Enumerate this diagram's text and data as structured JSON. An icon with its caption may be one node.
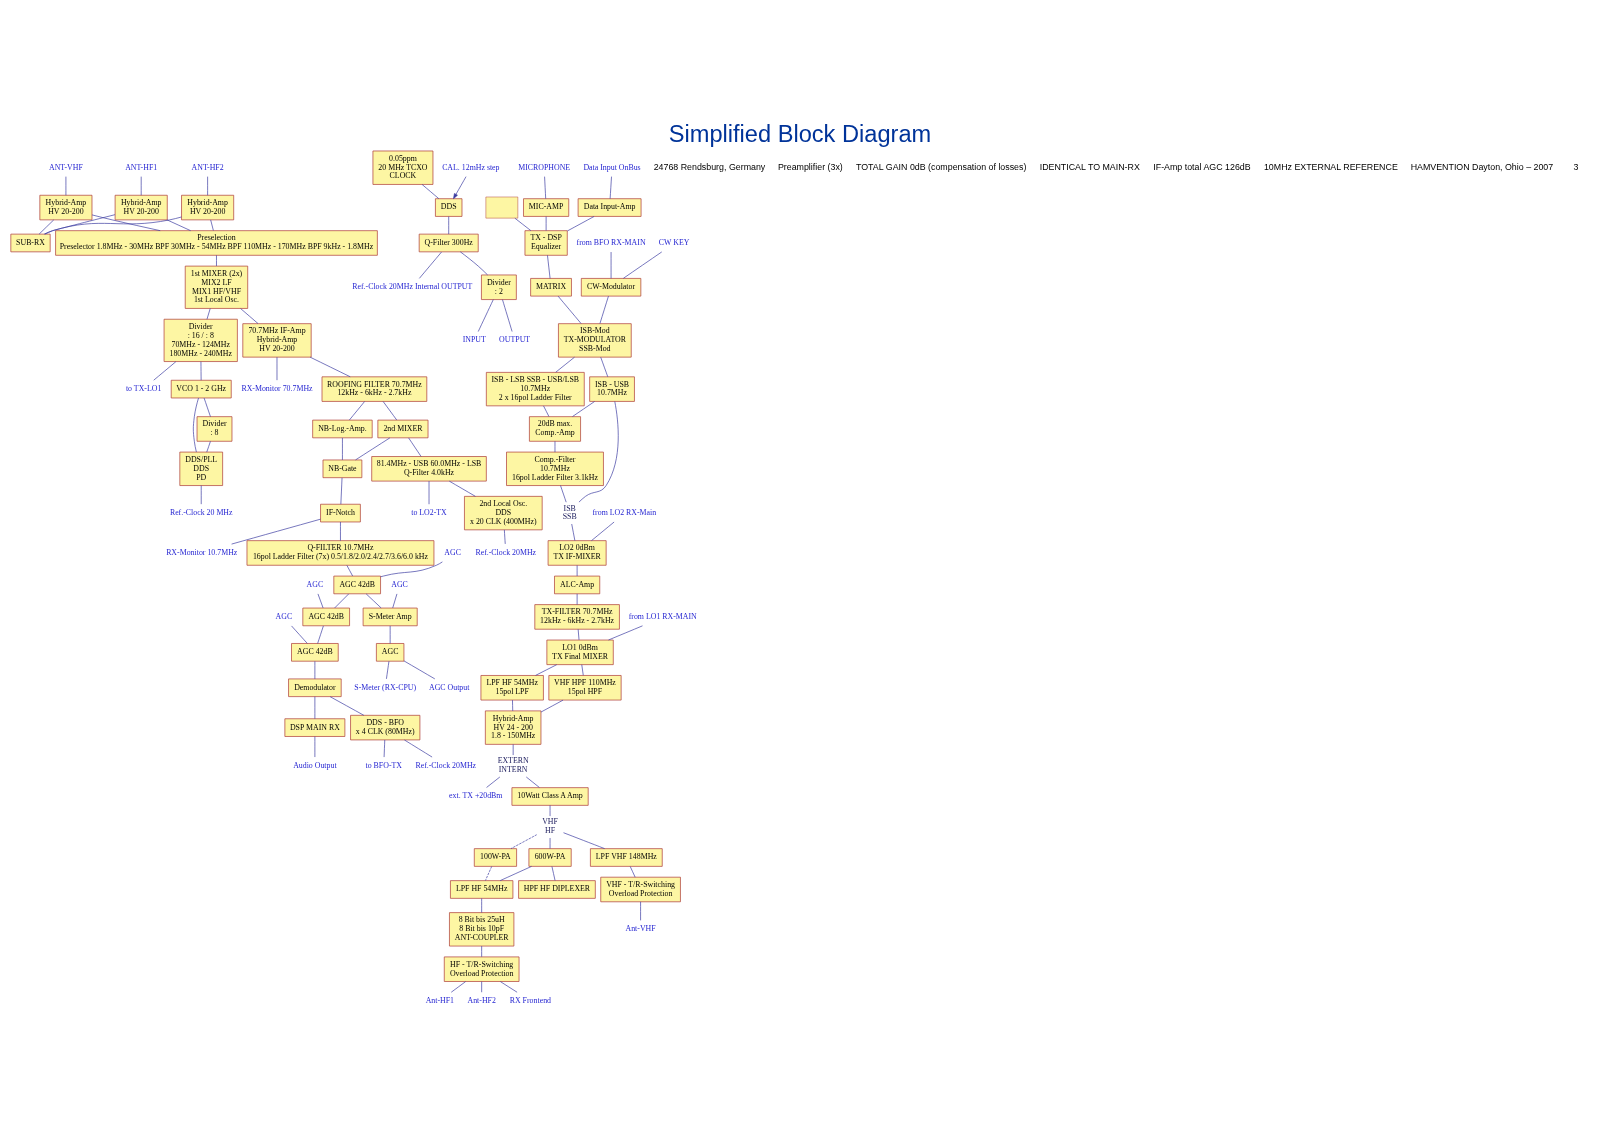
{
  "diagram": {
    "title": "Simplified Block Diagram",
    "nodes": [
      {
        "text": [
          "Hybrid-Amp",
          "HV 20-200"
        ]
      },
      {
        "text": [
          "Hybrid-Amp",
          "HV 20-200"
        ]
      },
      {
        "text": [
          "Hybrid-Amp",
          "HV 20-200"
        ]
      },
      {
        "text": [
          "SUB-RX"
        ]
      },
      {
        "text": [
          "ANT-VHF"
        ]
      },
      {
        "text": [
          "ANT-HF1"
        ]
      },
      {
        "text": [
          "ANT-HF2"
        ]
      },
      {
        "text": [
          "Preselection",
          "Preselector 1.8MHz - 30MHz BPF 30MHz - 54MHz BPF 110MHz - 170MHz BPF 9kHz - 1.8MHz"
        ]
      },
      {
        "text": [
          "1st MIXER (2x)",
          "MIX2 LF",
          "MIX1 HF/VHF",
          "1st Local Osc."
        ]
      },
      {
        "text": [
          "Divider",
          ": 16 / : 8",
          "70MHz - 124MHz",
          "180MHz - 240MHz"
        ]
      },
      {
        "text": [
          "to TX-LO1"
        ]
      },
      {
        "text": [
          "VCO 1 - 2 GHz"
        ]
      },
      {
        "text": [
          "Divider",
          ": 8"
        ]
      },
      {
        "text": [
          "DDS/PLL",
          "DDS",
          "PD"
        ]
      },
      {
        "text": [
          "Ref.-Clock 20 MHz"
        ]
      },
      {
        "text": [
          "70.7MHz IF-Amp",
          "Hybrid-Amp",
          "HV 20-200"
        ]
      },
      {
        "text": [
          "RX-Monitor 70.7MHz"
        ]
      },
      {
        "text": [
          "ROOFING FILTER 70.7MHz",
          "12kHz - 6kHz - 2.7kHz"
        ]
      },
      {
        "text": [
          "NB-Log.-Amp."
        ]
      },
      {
        "text": [
          "2nd MIXER"
        ]
      },
      {
        "text": [
          "NB-Gate"
        ]
      },
      {
        "text": [
          "IF-Notch"
        ]
      },
      {
        "text": [
          "RX-Monitor 10.7MHz"
        ]
      },
      {
        "text": [
          "Q-FILTER 10.7MHz",
          "16pol Ladder Filter (7x) 0.5/1.8/2.0/2.4/2.7/3.6/6.0 kHz"
        ]
      },
      {
        "text": [
          "81.4MHz - USB 60.0MHz - LSB",
          "Q-Filter 4.0kHz"
        ]
      },
      {
        "text": [
          "to LO2-TX"
        ]
      },
      {
        "text": [
          "2nd Local Osc.",
          "DDS",
          "x 20 CLK (400MHz)"
        ]
      },
      {
        "text": [
          "Ref.-Clock 20MHz"
        ]
      },
      {
        "text": [
          "0.05ppm",
          "20 MHz TCXO",
          "CLOCK"
        ]
      },
      {
        "text": [
          "DDS"
        ]
      },
      {
        "text": [
          "CAL. 12mHz step"
        ]
      },
      {
        "text": [
          "Q-Filter 300Hz"
        ]
      },
      {
        "text": [
          "Ref.-Clock 20MHz Internal OUTPUT"
        ]
      },
      {
        "text": [
          "Divider",
          ": 2"
        ]
      },
      {
        "text": [
          "INPUT"
        ]
      },
      {
        "text": [
          "OUTPUT"
        ]
      },
      {
        "text": [
          "AGC 42dB"
        ]
      },
      {
        "text": [
          "AGC"
        ]
      },
      {
        "text": [
          "AGC 42dB"
        ]
      },
      {
        "text": [
          "AGC"
        ]
      },
      {
        "text": [
          "AGC 42dB"
        ]
      },
      {
        "text": [
          "AGC"
        ]
      },
      {
        "text": [
          "S-Meter Amp"
        ]
      },
      {
        "text": [
          "AGC"
        ]
      },
      {
        "text": [
          "AGC"
        ]
      },
      {
        "text": [
          "AGC Output"
        ]
      },
      {
        "text": [
          "S-Meter (RX-CPU)"
        ]
      },
      {
        "text": [
          "Demodulator"
        ]
      },
      {
        "text": [
          "DSP MAIN RX"
        ]
      },
      {
        "text": [
          "Audio Output"
        ]
      },
      {
        "text": [
          "DDS - BFO",
          "x 4 CLK (80MHz)"
        ]
      },
      {
        "text": [
          "Ref.-Clock 20MHz"
        ]
      },
      {
        "text": [
          "to BFO-TX"
        ]
      },
      {
        "text": [],
        "shape": "box"
      },
      {
        "text": [
          "MIC-AMP"
        ]
      },
      {
        "text": [
          "MICROPHONE"
        ]
      },
      {
        "text": [
          "Data Input-Amp"
        ]
      },
      {
        "text": [
          "Data Input OnBus"
        ]
      },
      {
        "text": [
          "TX - DSP",
          "Equalizer"
        ]
      },
      {
        "text": [
          "MATRIX"
        ]
      },
      {
        "text": [
          "ISB-Mod",
          "TX-MODULATOR",
          "SSB-Mod"
        ]
      },
      {
        "text": [
          "ISB - USB",
          "10.7MHz"
        ]
      },
      {
        "text": [
          "ISB - LSB SSB - USB/LSB",
          "10.7MHz",
          "2 x 16pol Ladder Filter"
        ]
      },
      {
        "text": [
          "CW-Modulator"
        ]
      },
      {
        "text": [
          "from BFO RX-MAIN"
        ]
      },
      {
        "text": [
          "CW KEY"
        ]
      },
      {
        "text": [
          "20dB max.",
          "Comp.-Amp"
        ]
      },
      {
        "text": [
          "Comp.-Filter",
          "10.7MHz",
          "16pol Ladder Filter 3.1kHz"
        ]
      },
      {
        "text": [
          "ISB",
          "SSB"
        ]
      },
      {
        "text": [
          "LO2 0dBm",
          "TX IF-MIXER"
        ]
      },
      {
        "text": [
          "from LO2 RX-Main"
        ]
      },
      {
        "text": [
          "ALC-Amp"
        ]
      },
      {
        "text": [
          "TX-FILTER 70.7MHz",
          "12kHz - 6kHz - 2.7kHz"
        ]
      },
      {
        "text": [
          "LO1 0dBm",
          "TX Final MIXER"
        ]
      },
      {
        "text": [
          "from LO1 RX-MAIN"
        ]
      },
      {
        "text": [
          "LPF HF 54MHz",
          "15pol LPF"
        ]
      },
      {
        "text": [
          "VHF HPF 110MHz",
          "15pol HPF"
        ]
      },
      {
        "text": [
          "Hybrid-Amp",
          "HV 24 - 200",
          "1.8 - 150MHz"
        ]
      },
      {
        "text": [
          "EXTERN",
          "INTERN"
        ]
      },
      {
        "text": [
          "ext. TX +20dBm"
        ]
      },
      {
        "text": [
          "10Watt Class A Amp"
        ]
      },
      {
        "text": [
          "VHF",
          "HF"
        ]
      },
      {
        "text": [
          "600W-PA"
        ]
      },
      {
        "text": [
          "100W-PA"
        ]
      },
      {
        "text": [
          "LPF VHF 148MHz"
        ]
      },
      {
        "text": [
          "LPF HF 54MHz"
        ]
      },
      {
        "text": [
          "HPF HF DIPLEXER"
        ]
      },
      {
        "text": [
          "8 Bit bis 25uH",
          "8 Bit bis 10pF",
          "ANT-COUPLER"
        ]
      },
      {
        "text": [
          "VHF - T/R-Switching",
          "Overload Protection"
        ]
      },
      {
        "text": [
          "HF - T/R-Switching",
          "Overload Protection"
        ]
      },
      {
        "text": [
          "Ant-VHF"
        ]
      },
      {
        "text": [
          "Ant-HF1"
        ]
      },
      {
        "text": [
          "Ant-HF2"
        ]
      },
      {
        "text": [
          "RX Frontend"
        ]
      }
    ],
    "edges": [
      {
        "from": 4,
        "to": 0,
        "arrow": "none"
      },
      {
        "from": 5,
        "to": 1,
        "arrow": "none"
      },
      {
        "from": 6,
        "to": 2,
        "arrow": "none"
      },
      {
        "from": 0,
        "to": 7,
        "arrow": "none"
      },
      {
        "from": 1,
        "to": 7,
        "arrow": "none"
      },
      {
        "from": 2,
        "to": 7,
        "arrow": "none"
      },
      {
        "from": 0,
        "to": 3,
        "arrow": "none"
      },
      {
        "from": 1,
        "to": 3,
        "arrow": "none"
      },
      {
        "from": 2,
        "to": 3,
        "arrow": "none"
      },
      {
        "from": 7,
        "to": 8,
        "arrow": "none"
      },
      {
        "from": 8,
        "to": 15,
        "arrow": "none"
      },
      {
        "from": 15,
        "to": 16,
        "arrow": "none"
      },
      {
        "from": 15,
        "to": 17,
        "arrow": "none"
      },
      {
        "from": 17,
        "to": 19,
        "arrow": "none"
      },
      {
        "from": 17,
        "to": 18,
        "arrow": "none"
      },
      {
        "from": 18,
        "to": 20,
        "arrow": "none"
      },
      {
        "from": 19,
        "to": 20,
        "arrow": "none"
      },
      {
        "from": 20,
        "to": 21,
        "arrow": "none"
      },
      {
        "from": 21,
        "to": 22,
        "arrow": "none"
      },
      {
        "from": 21,
        "to": 23,
        "arrow": "none"
      },
      {
        "from": 23,
        "to": 36,
        "arrow": "none"
      },
      {
        "from": 36,
        "to": 38,
        "arrow": "none"
      },
      {
        "from": 38,
        "to": 40,
        "arrow": "none"
      },
      {
        "from": 40,
        "to": 47,
        "arrow": "none"
      },
      {
        "from": 47,
        "to": 48,
        "arrow": "none"
      },
      {
        "from": 48,
        "to": 49,
        "arrow": "none"
      },
      {
        "from": 36,
        "to": 42,
        "arrow": "none"
      },
      {
        "from": 42,
        "to": 44,
        "arrow": "none"
      },
      {
        "from": 44,
        "to": 45,
        "arrow": "none"
      },
      {
        "from": 44,
        "to": 46,
        "arrow": "none"
      },
      {
        "from": 37,
        "to": 36,
        "arrow": "none"
      },
      {
        "from": 39,
        "to": 38,
        "arrow": "none"
      },
      {
        "from": 41,
        "to": 40,
        "arrow": "none"
      },
      {
        "from": 43,
        "to": 42,
        "arrow": "none"
      },
      {
        "from": 47,
        "to": 50,
        "arrow": "none"
      },
      {
        "from": 50,
        "to": 51,
        "arrow": "none"
      },
      {
        "from": 50,
        "to": 52,
        "arrow": "none"
      },
      {
        "from": 8,
        "to": 9,
        "arrow": "none"
      },
      {
        "from": 9,
        "to": 10,
        "arrow": "none"
      },
      {
        "from": 9,
        "to": 11,
        "arrow": "none"
      },
      {
        "from": 11,
        "to": 12,
        "arrow": "none"
      },
      {
        "from": 12,
        "to": 13,
        "arrow": "none"
      },
      {
        "from": 11,
        "to": 13,
        "arrow": "none"
      },
      {
        "from": 13,
        "to": 14,
        "arrow": "none"
      },
      {
        "from": 19,
        "to": 24,
        "arrow": "none"
      },
      {
        "from": 24,
        "to": 25,
        "arrow": "none"
      },
      {
        "from": 24,
        "to": 26,
        "arrow": "none"
      },
      {
        "from": 26,
        "to": 27,
        "arrow": "none"
      },
      {
        "from": 28,
        "to": 29,
        "arrow": "none"
      },
      {
        "from": 30,
        "to": 29,
        "arrow": "to"
      },
      {
        "from": 29,
        "to": 31,
        "arrow": "none"
      },
      {
        "from": 31,
        "to": 33,
        "arrow": "none"
      },
      {
        "from": 31,
        "to": 32,
        "arrow": "none"
      },
      {
        "from": 33,
        "to": 34,
        "arrow": "none"
      },
      {
        "from": 33,
        "to": 35,
        "arrow": "none"
      },
      {
        "from": 55,
        "to": 54,
        "arrow": "none"
      },
      {
        "from": 54,
        "to": 58,
        "arrow": "none"
      },
      {
        "from": 53,
        "to": 58,
        "arrow": "none"
      },
      {
        "from": 57,
        "to": 56,
        "arrow": "none"
      },
      {
        "from": 56,
        "to": 58,
        "arrow": "none"
      },
      {
        "from": 58,
        "to": 59,
        "arrow": "none"
      },
      {
        "from": 59,
        "to": 60,
        "arrow": "none"
      },
      {
        "from": 60,
        "to": 61,
        "arrow": "none"
      },
      {
        "from": 60,
        "to": 62,
        "arrow": "none"
      },
      {
        "from": 63,
        "to": 60,
        "arrow": "none"
      },
      {
        "from": 64,
        "to": 63,
        "arrow": "none"
      },
      {
        "from": 65,
        "to": 63,
        "arrow": "none"
      },
      {
        "from": 61,
        "to": 68,
        "arrow": "none"
      },
      {
        "from": 61,
        "to": 66,
        "arrow": "none"
      },
      {
        "from": 62,
        "to": 66,
        "arrow": "none"
      },
      {
        "from": 66,
        "to": 67,
        "arrow": "none"
      },
      {
        "from": 67,
        "to": 68,
        "arrow": "none"
      },
      {
        "from": 68,
        "to": 69,
        "arrow": "none"
      },
      {
        "from": 70,
        "to": 69,
        "arrow": "none"
      },
      {
        "from": 69,
        "to": 71,
        "arrow": "none"
      },
      {
        "from": 71,
        "to": 72,
        "arrow": "none"
      },
      {
        "from": 72,
        "to": 73,
        "arrow": "none"
      },
      {
        "from": 74,
        "to": 73,
        "arrow": "none"
      },
      {
        "from": 73,
        "to": 75,
        "arrow": "none"
      },
      {
        "from": 73,
        "to": 76,
        "arrow": "none"
      },
      {
        "from": 75,
        "to": 77,
        "arrow": "none"
      },
      {
        "from": 76,
        "to": 77,
        "arrow": "none"
      },
      {
        "from": 77,
        "to": 78,
        "arrow": "none"
      },
      {
        "from": 78,
        "to": 79,
        "arrow": "none"
      },
      {
        "from": 78,
        "to": 80,
        "arrow": "none"
      },
      {
        "from": 80,
        "to": 81,
        "arrow": "none"
      },
      {
        "from": 81,
        "to": 84,
        "arrow": "none"
      },
      {
        "from": 81,
        "to": 82,
        "arrow": "none"
      },
      {
        "from": 81,
        "to": 83,
        "arrow": "none",
        "style": "dashed"
      },
      {
        "from": 83,
        "to": 85,
        "arrow": "none",
        "style": "dashed"
      },
      {
        "from": 82,
        "to": 85,
        "arrow": "none"
      },
      {
        "from": 82,
        "to": 86,
        "arrow": "none"
      },
      {
        "from": 85,
        "to": 87,
        "arrow": "none"
      },
      {
        "from": 87,
        "to": 89,
        "arrow": "none"
      },
      {
        "from": 84,
        "to": 88,
        "arrow": "none"
      },
      {
        "from": 88,
        "to": 90,
        "arrow": "none"
      },
      {
        "from": 89,
        "to": 91,
        "arrow": "none"
      },
      {
        "from": 89,
        "to": 92,
        "arrow": "none"
      },
      {
        "from": 89,
        "to": 93,
        "arrow": "none"
      }
    ],
    "labels": [
      "24768 Rendsburg, Germany",
      "Preamplifier (3x)",
      "TOTAL GAIN 0dB (compensation of losses)",
      "IDENTICAL TO MAIN-RX",
      "IF-Amp total AGC 126dB",
      "10MHz EXTERNAL REFERENCE",
      "HAMVENTION Dayton, Ohio – 2007",
      "3"
    ]
  }
}
